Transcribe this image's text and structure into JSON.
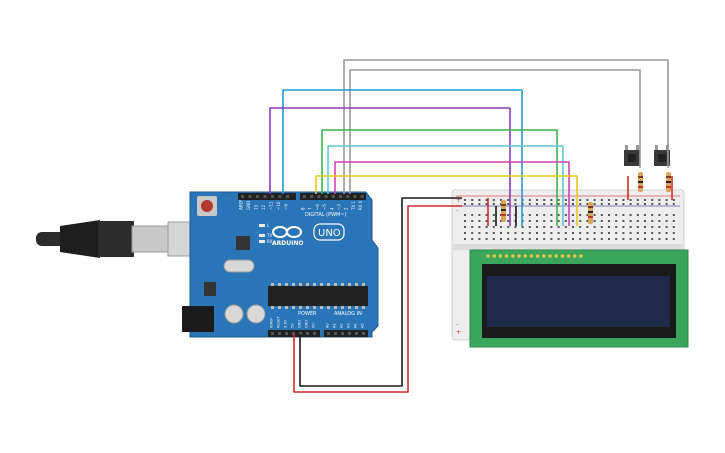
{
  "board": {
    "brand": "ARDUINO",
    "model": "UNO",
    "digital_label": "DIGITAL (PWM~)",
    "power_label": "POWER",
    "analog_label": "ANALOG IN",
    "labels_top": [
      "AREF",
      "GND",
      "13",
      "12",
      "~11",
      "~10",
      "~9",
      "8",
      "7",
      "~6",
      "~5",
      "4",
      "~3",
      "2",
      "TX 1",
      "RX 0"
    ],
    "labels_power": [
      "IOREF",
      "RESET",
      "3.3V",
      "5V",
      "GND",
      "GND",
      "Vin"
    ],
    "labels_analog": [
      "A0",
      "A1",
      "A2",
      "A3",
      "A4",
      "A5"
    ],
    "led_labels": [
      "L",
      "TX",
      "RX"
    ],
    "on_label": "ON"
  },
  "rail_marks": [
    "+",
    "-"
  ],
  "colors": {
    "board": "#2a74b8",
    "breadboard": "#eeeeee",
    "lcd_pcb": "#3aa65b",
    "lcd_screen": "#1f2a4a"
  }
}
